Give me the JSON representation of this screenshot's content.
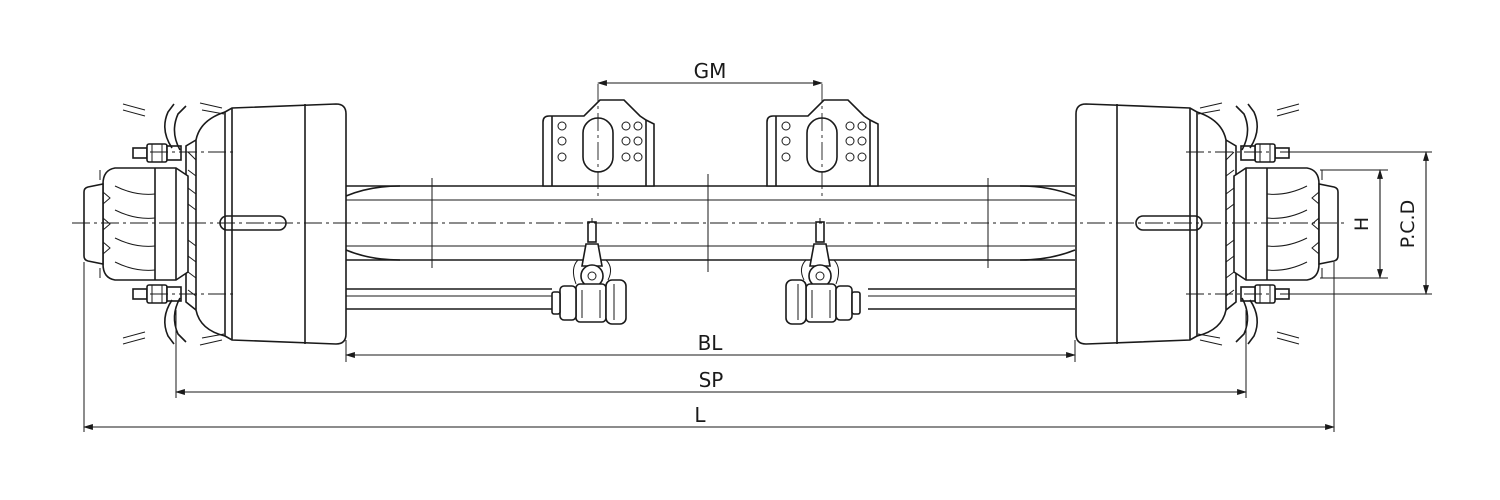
{
  "diagram": {
    "subject": "trailer axle assembly",
    "dimension_labels": {
      "gm": "GM",
      "bl": "BL",
      "sp": "SP",
      "l": "L",
      "h": "H",
      "pcd": "P.C.D"
    }
  }
}
